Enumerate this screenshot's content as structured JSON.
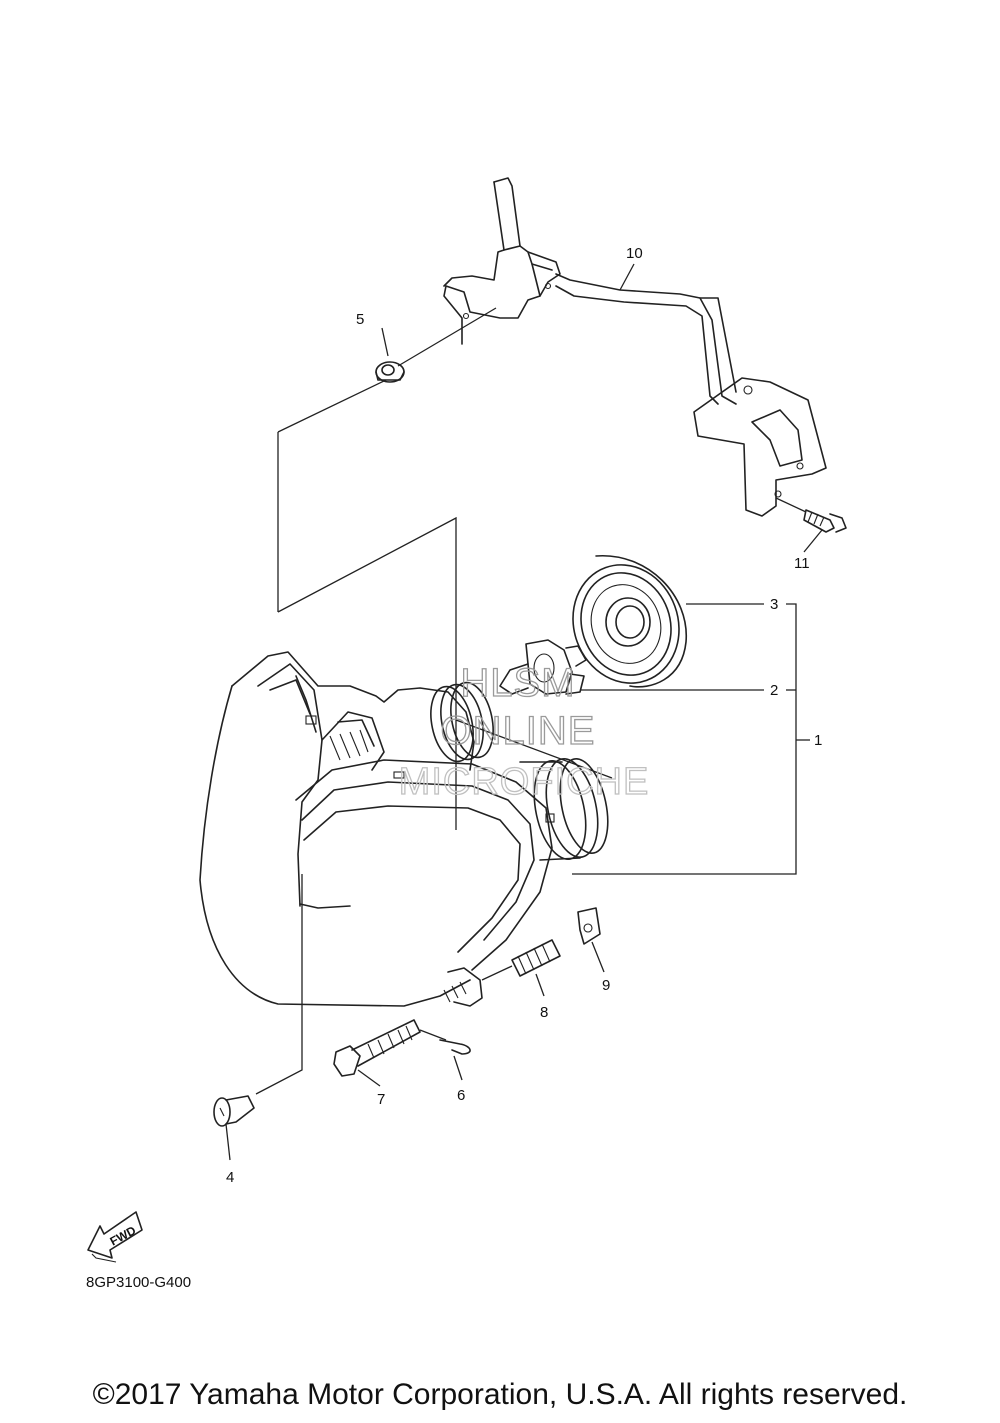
{
  "diagram": {
    "callouts": [
      {
        "id": "c1",
        "label": "1"
      },
      {
        "id": "c2",
        "label": "2"
      },
      {
        "id": "c3",
        "label": "3"
      },
      {
        "id": "c4",
        "label": "4"
      },
      {
        "id": "c5",
        "label": "5"
      },
      {
        "id": "c6",
        "label": "6"
      },
      {
        "id": "c7",
        "label": "7"
      },
      {
        "id": "c8",
        "label": "8"
      },
      {
        "id": "c9",
        "label": "9"
      },
      {
        "id": "c10",
        "label": "10"
      },
      {
        "id": "c11",
        "label": "11"
      }
    ],
    "fwd_label": "FWD",
    "diagram_code": "8GP3100-G400"
  },
  "watermark": {
    "line1": "HLSM",
    "line2": "ONLINE",
    "line3": "MICROFICHE"
  },
  "footer": {
    "copyright": "©2017 Yamaha Motor Corporation, U.S.A. All rights reserved."
  }
}
